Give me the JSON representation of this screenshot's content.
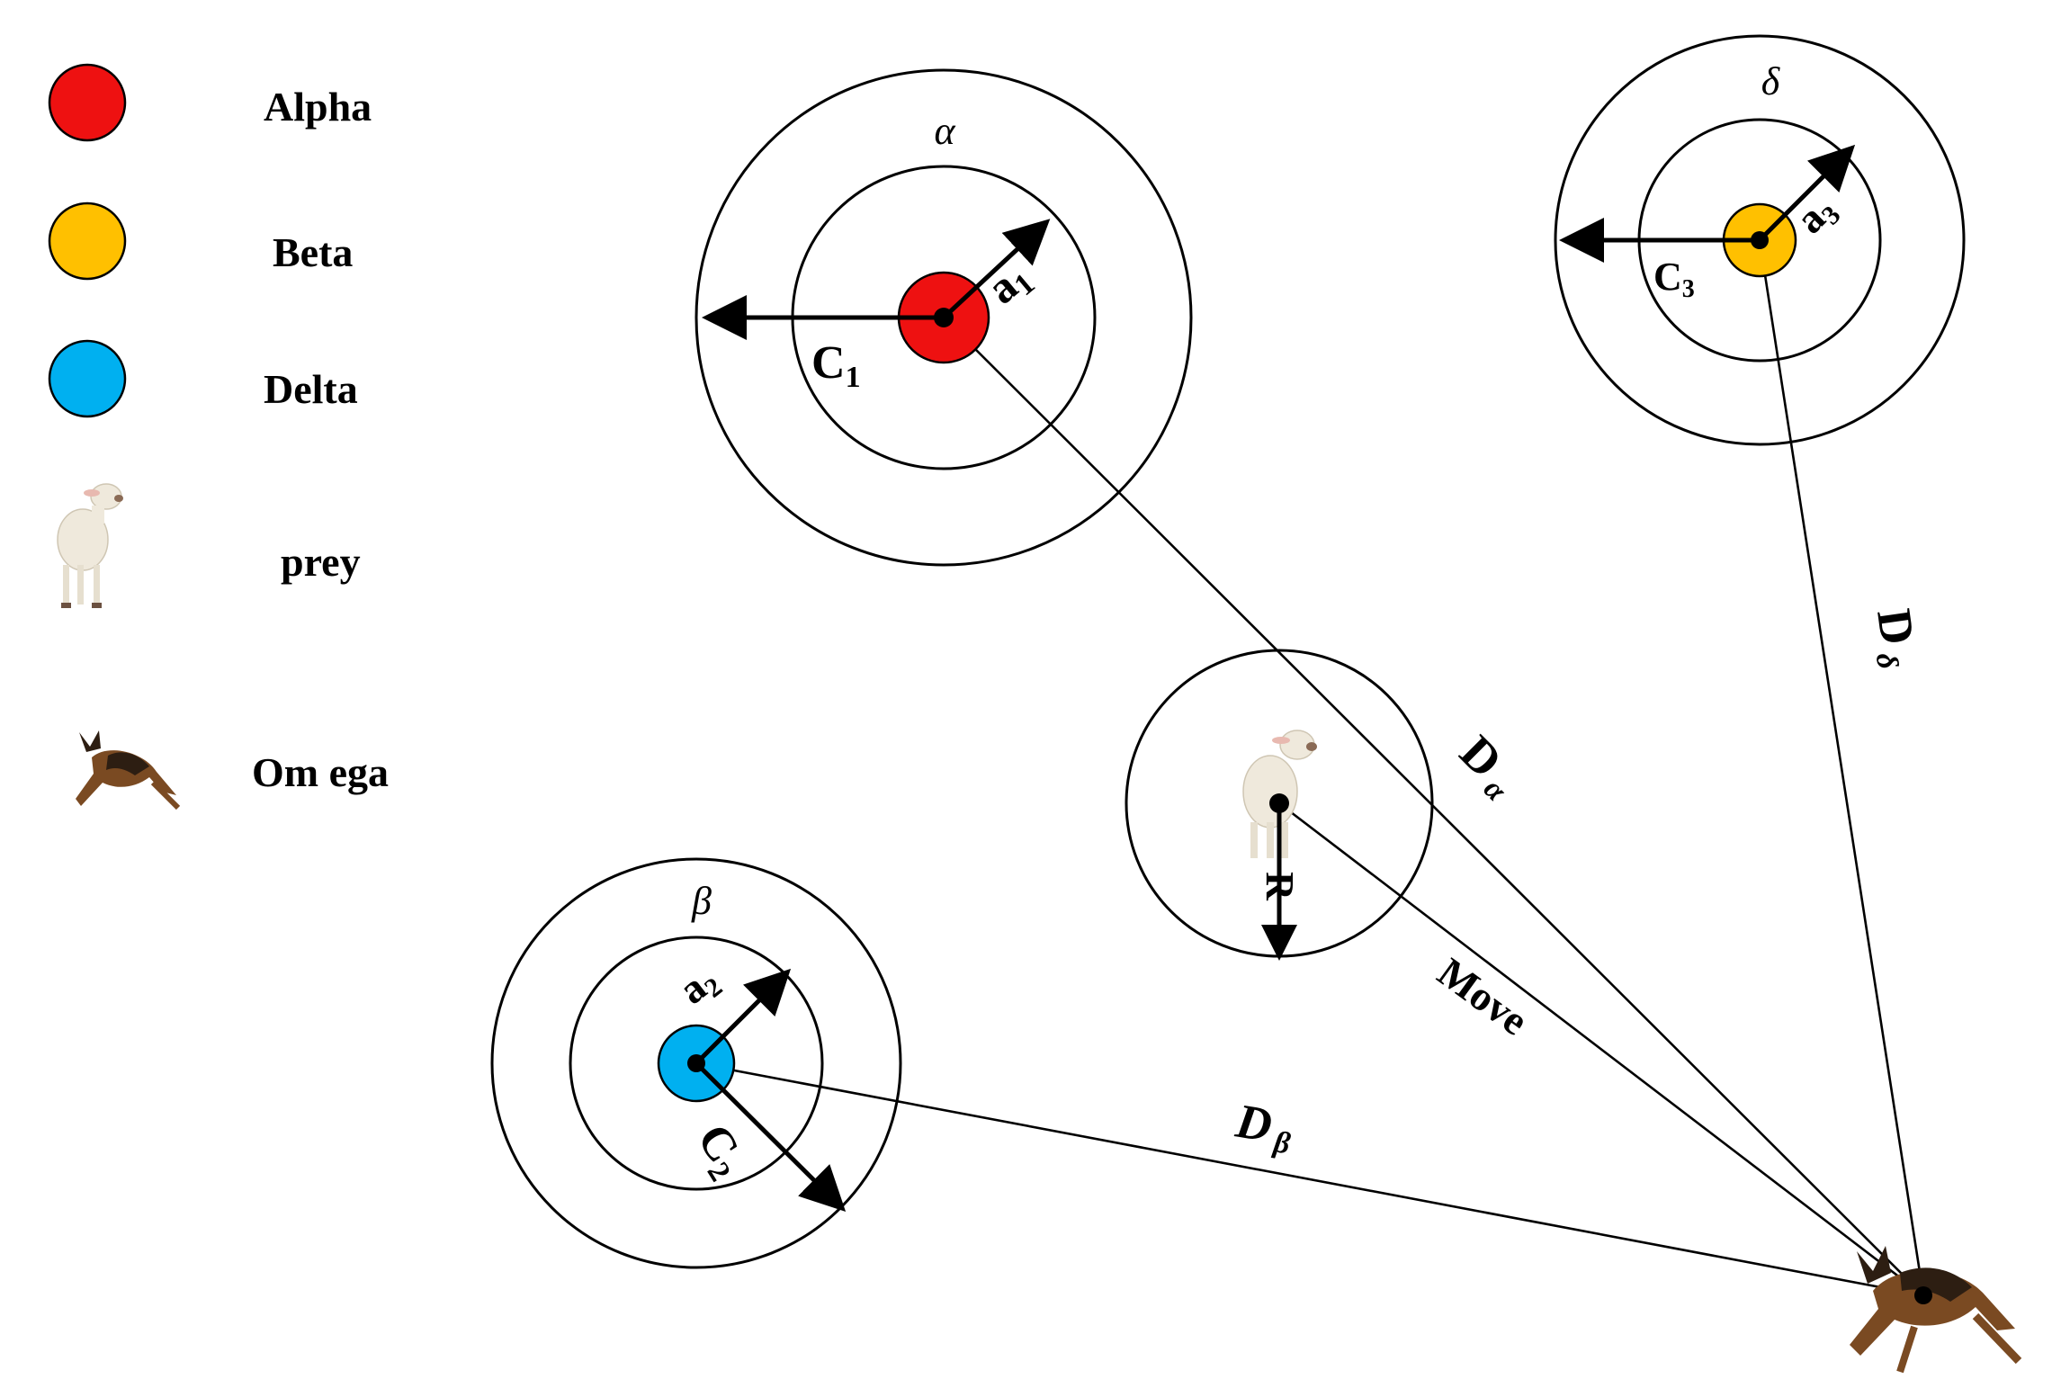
{
  "legend": {
    "alpha": {
      "label": "Alpha",
      "color": "#ee1111",
      "icon": "red-circle-icon"
    },
    "beta": {
      "label": "Beta",
      "color": "#ffc000",
      "icon": "yellow-circle-icon"
    },
    "delta": {
      "label": "Delta",
      "color": "#00b0f0",
      "icon": "blue-circle-icon"
    },
    "prey": {
      "label": "prey",
      "icon": "lamb-icon"
    },
    "omega": {
      "label": "Om ega",
      "icon": "wolf-icon"
    }
  },
  "alpha_group": {
    "greek": "α",
    "a_main": "a",
    "a_sub": "1",
    "c_main": "C",
    "c_sub": "1"
  },
  "beta_group": {
    "greek": "β",
    "a_main": "a",
    "a_sub": "2",
    "c_main": "C",
    "c_sub": "2"
  },
  "delta_group": {
    "greek": "δ",
    "a_main": "a",
    "a_sub": "3",
    "c_main": "C",
    "c_sub": "3"
  },
  "prey_group": {
    "r_label": "R"
  },
  "distances": {
    "d_alpha_main": "D",
    "d_alpha_sub": "α",
    "d_beta_main": "D",
    "d_beta_sub": "β",
    "d_delta_main": "D",
    "d_delta_sub": "δ",
    "move": "Move"
  }
}
